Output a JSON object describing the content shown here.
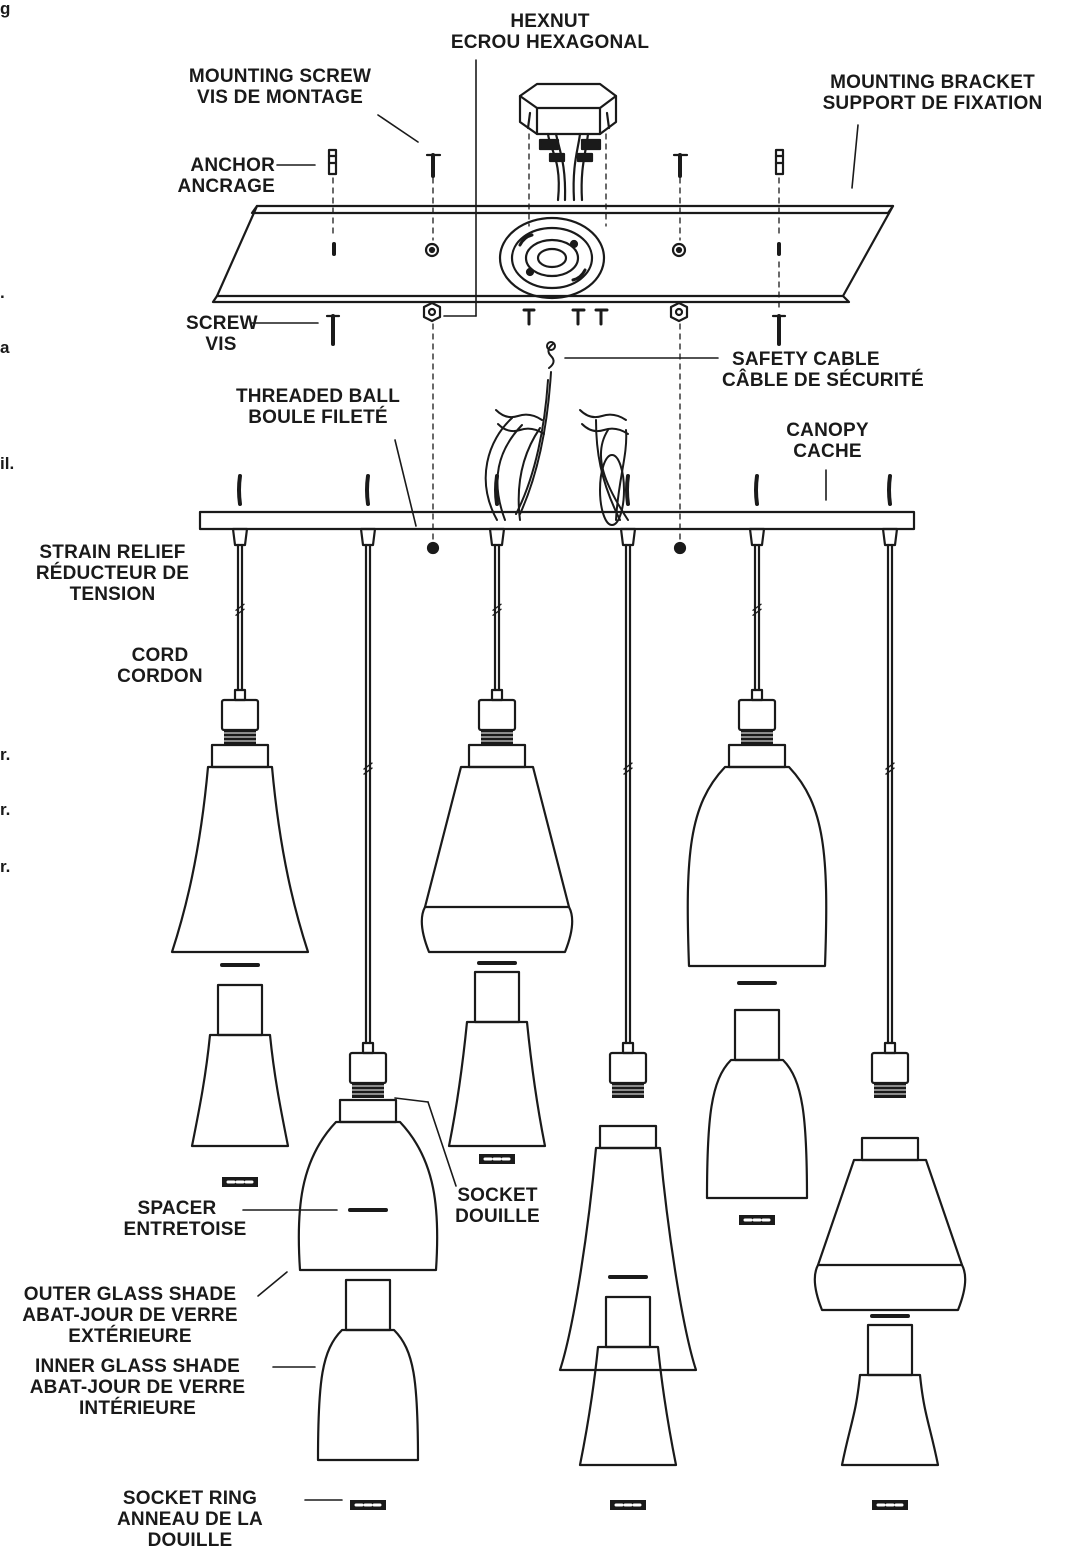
{
  "labels": {
    "hexnut": [
      "HEXNUT",
      "ECROU HEXAGONAL"
    ],
    "mounting_screw": [
      "MOUNTING SCREW",
      "VIS DE MONTAGE"
    ],
    "mounting_bracket": [
      "MOUNTING BRACKET",
      "SUPPORT DE FIXATION"
    ],
    "anchor": [
      "ANCHOR",
      "ANCRAGE"
    ],
    "screw": [
      "SCREW",
      "VIS"
    ],
    "safety_cable": [
      "SAFETY CABLE",
      "CÂBLE DE SÉCURITÉ"
    ],
    "threaded_ball": [
      "THREADED BALL",
      "BOULE FILETÉ"
    ],
    "canopy": [
      "CANOPY",
      "CACHE"
    ],
    "strain_relief": [
      "STRAIN RELIEF",
      "RÉDUCTEUR DE",
      "TENSION"
    ],
    "cord": [
      "CORD",
      "CORDON"
    ],
    "socket": [
      "SOCKET",
      "DOUILLE"
    ],
    "spacer": [
      "SPACER",
      "ENTRETOISE"
    ],
    "outer_glass_shade": [
      "OUTER GLASS SHADE",
      "ABAT-JOUR DE VERRE",
      "EXTÉRIEURE"
    ],
    "inner_glass_shade": [
      "INNER GLASS SHADE",
      "ABAT-JOUR DE VERRE",
      "INTÉRIEURE"
    ],
    "socket_ring": [
      "SOCKET RING",
      "ANNEAU DE LA",
      "DOUILLE"
    ]
  },
  "edge_fragments": [
    "g",
    ".",
    "a",
    "il.",
    "r.",
    "r.",
    "r."
  ],
  "colors": {
    "ink": "#1a1a1a",
    "paper": "#ffffff"
  }
}
